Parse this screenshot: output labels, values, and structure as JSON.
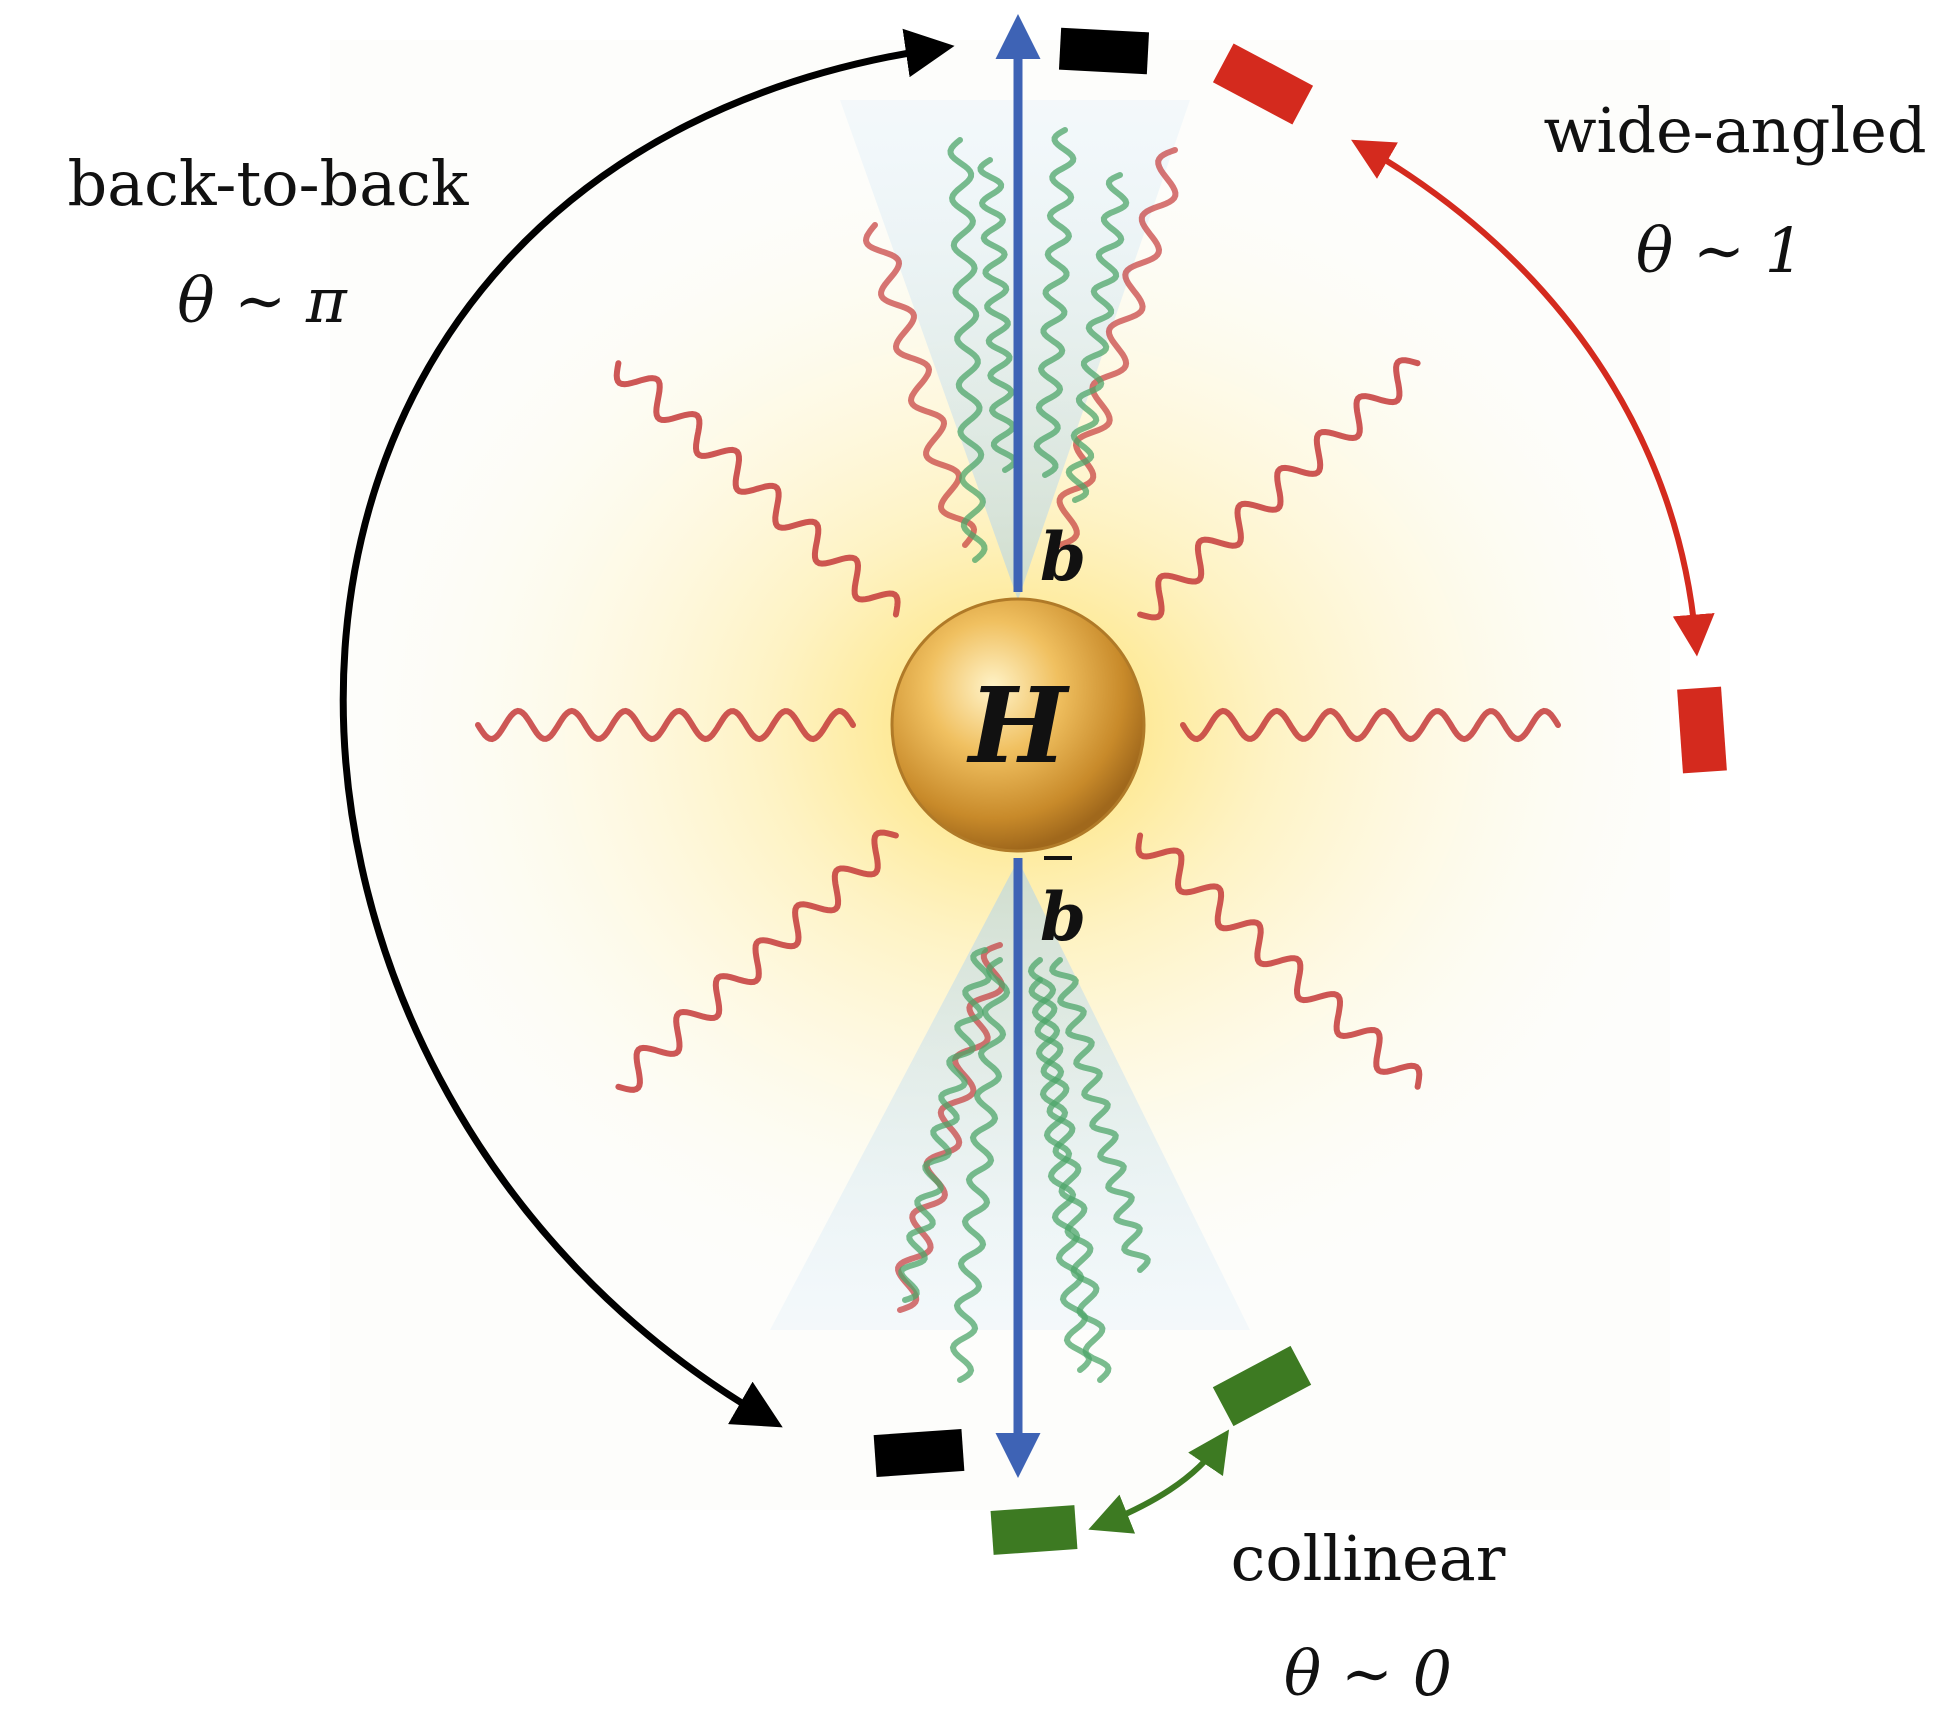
{
  "labels": {
    "back_to_back": "back-to-back",
    "back_to_back_theta": "θ ∼ π",
    "wide_angled": "wide-angled",
    "wide_angled_theta": "θ ∼ 1",
    "collinear": "collinear",
    "collinear_theta": "θ ∼ 0"
  },
  "particles": {
    "higgs": "H",
    "quark": "b",
    "antiquark": "b"
  },
  "colors": {
    "back_to_back": "#000000",
    "wide_angled": "#d42a1e",
    "collinear": "#3d7a22",
    "axis": "#3e63b5",
    "soft_gluon": "#c43a3a",
    "collinear_gluon": "#4ea66a",
    "higgs": "#e8a838"
  }
}
